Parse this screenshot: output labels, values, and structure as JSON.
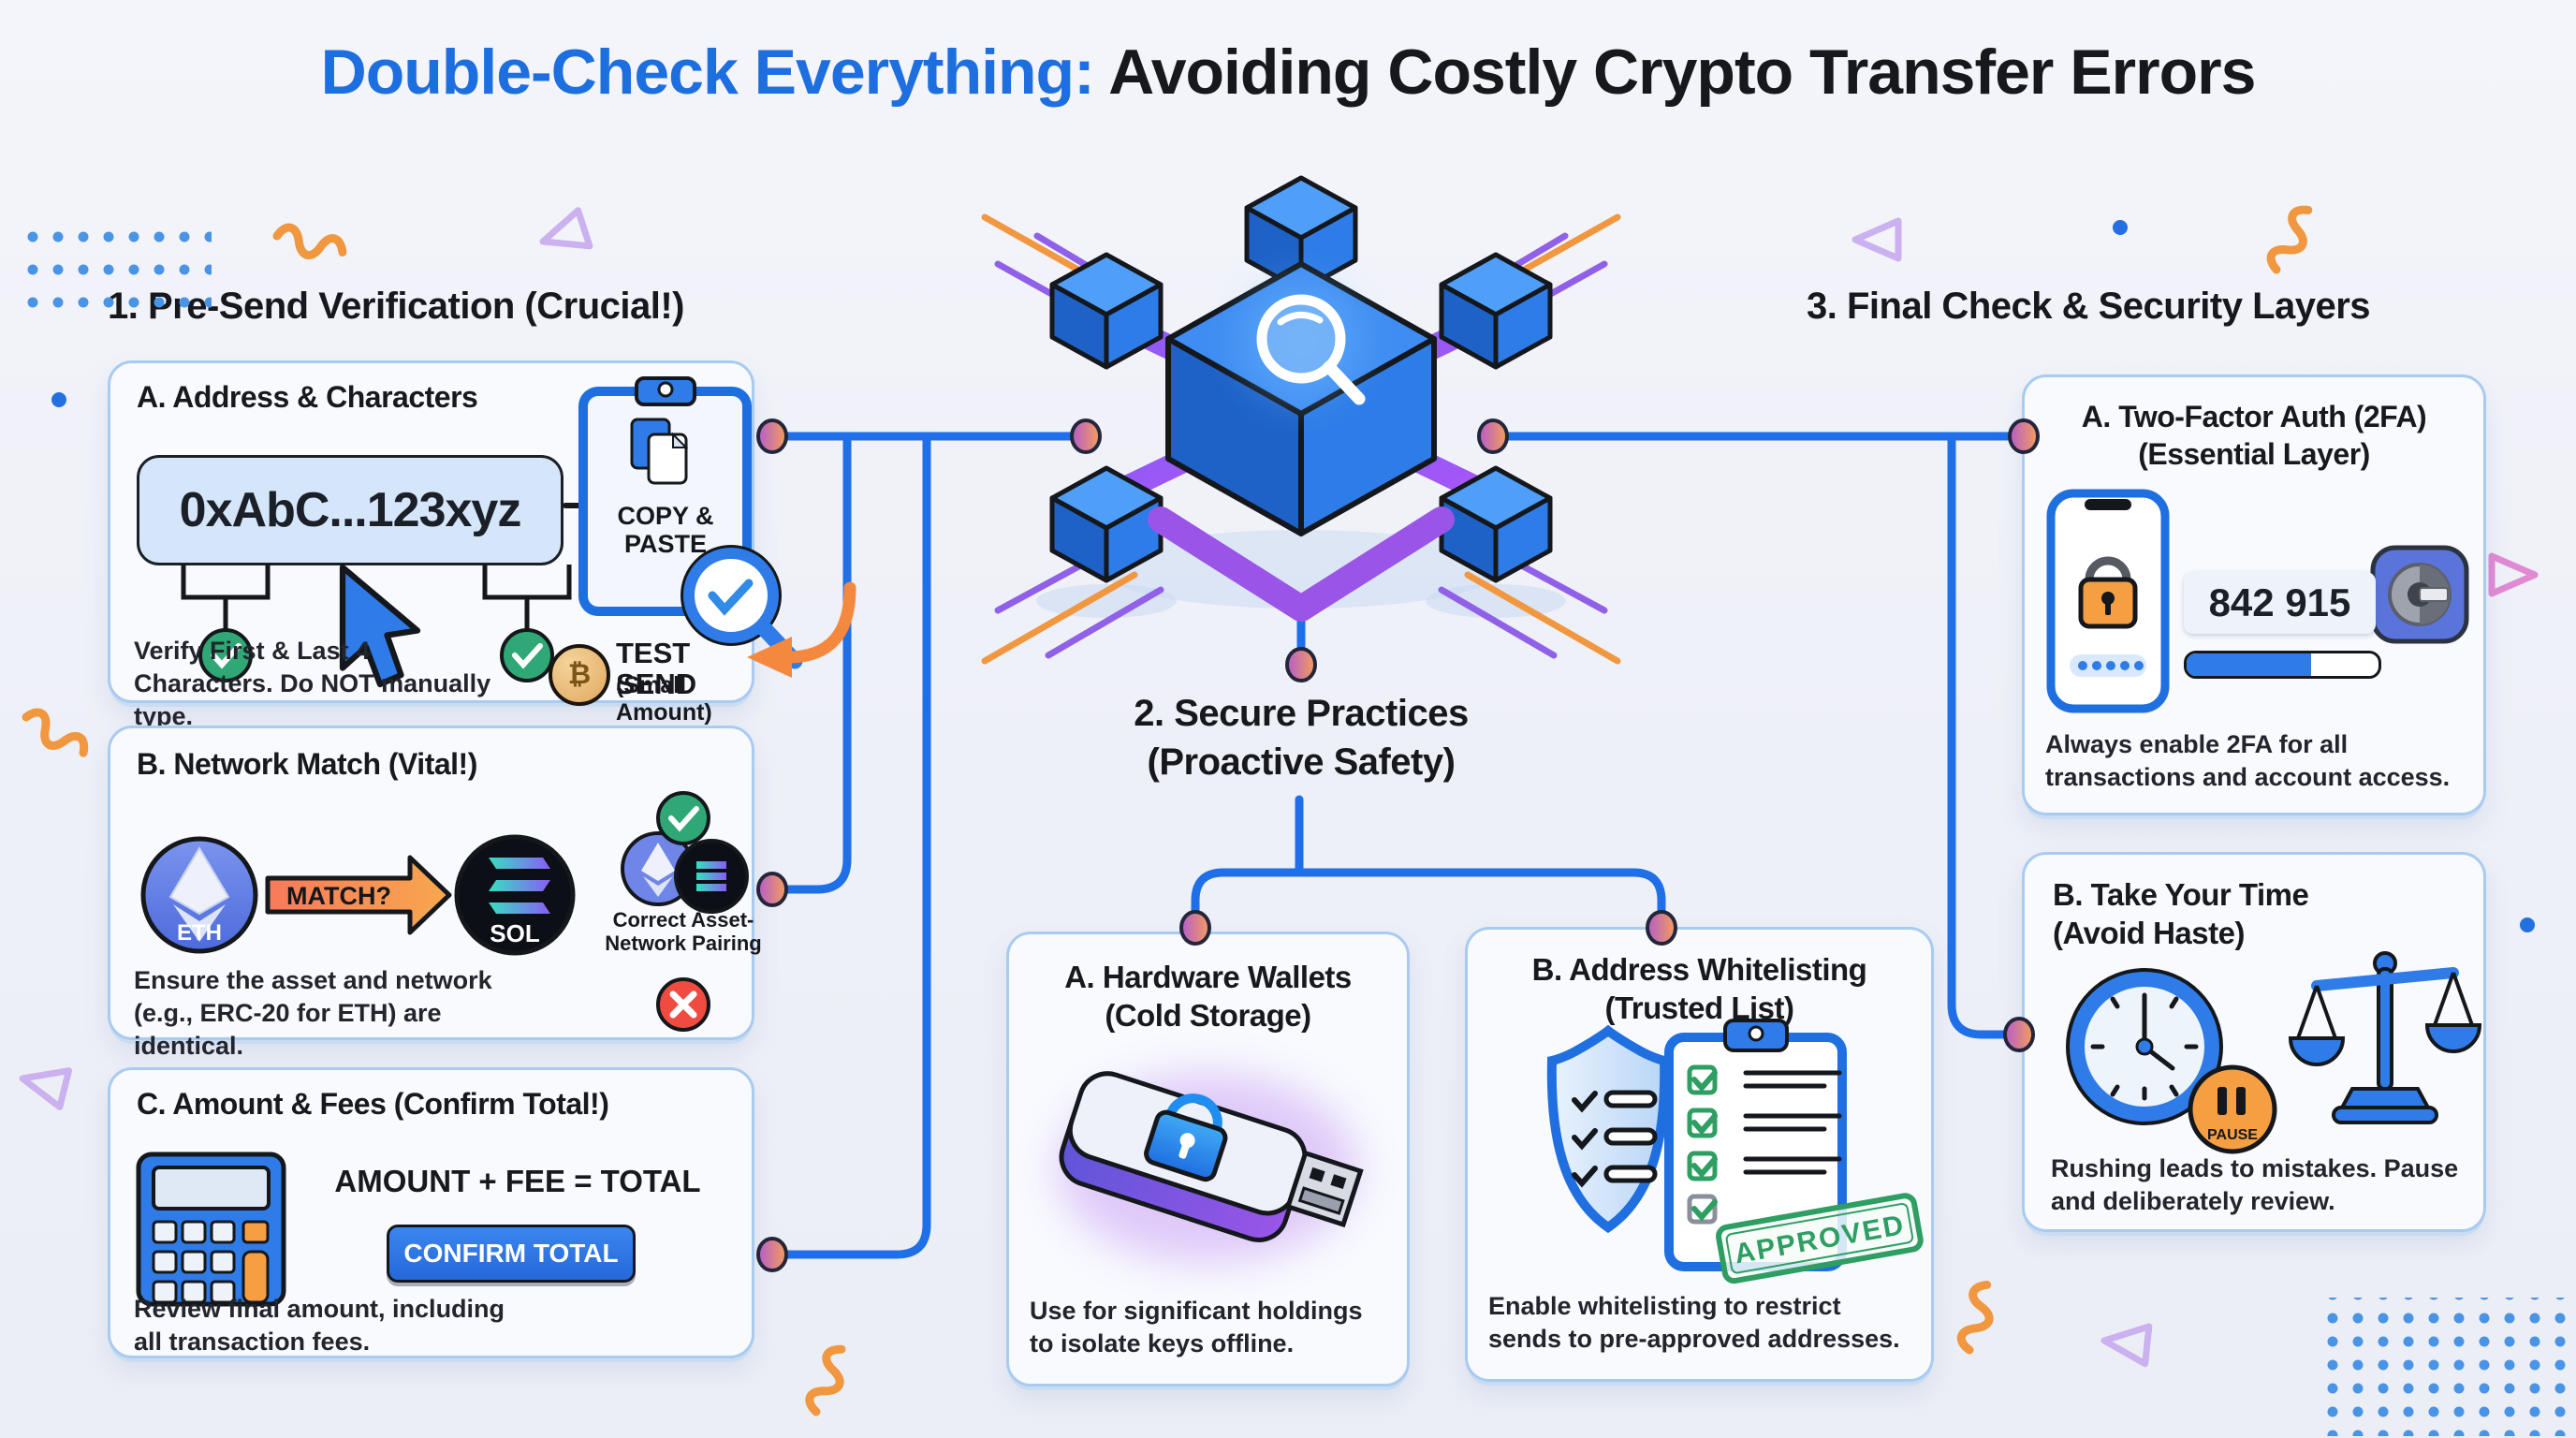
{
  "title": {
    "highlight": "Double-Check Everything:",
    "rest": " Avoiding Costly Crypto Transfer Errors"
  },
  "section1": {
    "heading": "1. Pre-Send Verification (Crucial!)",
    "card_a": {
      "title": "A. Address & Characters",
      "address": "0xAbC...123xyz",
      "clipboard_line1": "COPY &",
      "clipboard_line2": "PASTE",
      "note": "Verify First & Last 4 Characters. Do NOT manually type.",
      "coin_symbol": "₿",
      "test_send_label": "TEST SEND",
      "test_send_sub": "(Small Amount)"
    },
    "card_b": {
      "title": "B. Network Match (Vital!)",
      "eth_label": "ETH",
      "match_label": "MATCH?",
      "sol_label": "SOL",
      "pairing_caption": "Correct Asset-Network Pairing",
      "note": "Ensure the asset and network (e.g., ERC-20 for ETH) are identical."
    },
    "card_c": {
      "title": "C. Amount & Fees (Confirm Total!)",
      "formula": "AMOUNT + FEE = TOTAL",
      "confirm_button": "CONFIRM TOTAL",
      "note": "Review final amount, including all transaction fees."
    }
  },
  "section2": {
    "heading_line1": "2. Secure Practices",
    "heading_line2": "(Proactive Safety)",
    "card_a": {
      "title_line1": "A. Hardware Wallets",
      "title_line2": "(Cold Storage)",
      "note": "Use for significant holdings to isolate keys offline."
    },
    "card_b": {
      "title_line1": "B. Address Whitelisting",
      "title_line2": "(Trusted List)",
      "stamp": "APPROVED",
      "note": "Enable whitelisting to restrict sends to pre-approved addresses."
    }
  },
  "section3": {
    "heading": "3. Final Check & Security Layers",
    "card_a": {
      "title_line1": "A. Two-Factor Auth (2FA)",
      "title_line2": "(Essential Layer)",
      "code": "842 915",
      "note": "Always enable 2FA for all transactions and account access."
    },
    "card_b": {
      "title_line1": "B. Take Your Time",
      "title_line2": "(Avoid Haste)",
      "pause_label": "PAUSE",
      "note": "Rushing leads to mistakes. Pause and deliberately review."
    }
  },
  "colors": {
    "accent_blue": "#1d6fe0",
    "line_blue": "#1f6fe8",
    "orange": "#f5913f",
    "purple": "#8a5cf6",
    "green": "#2fa876",
    "red": "#e8413c",
    "stamp_green": "#2e9e63",
    "background": "#eef0f7"
  }
}
